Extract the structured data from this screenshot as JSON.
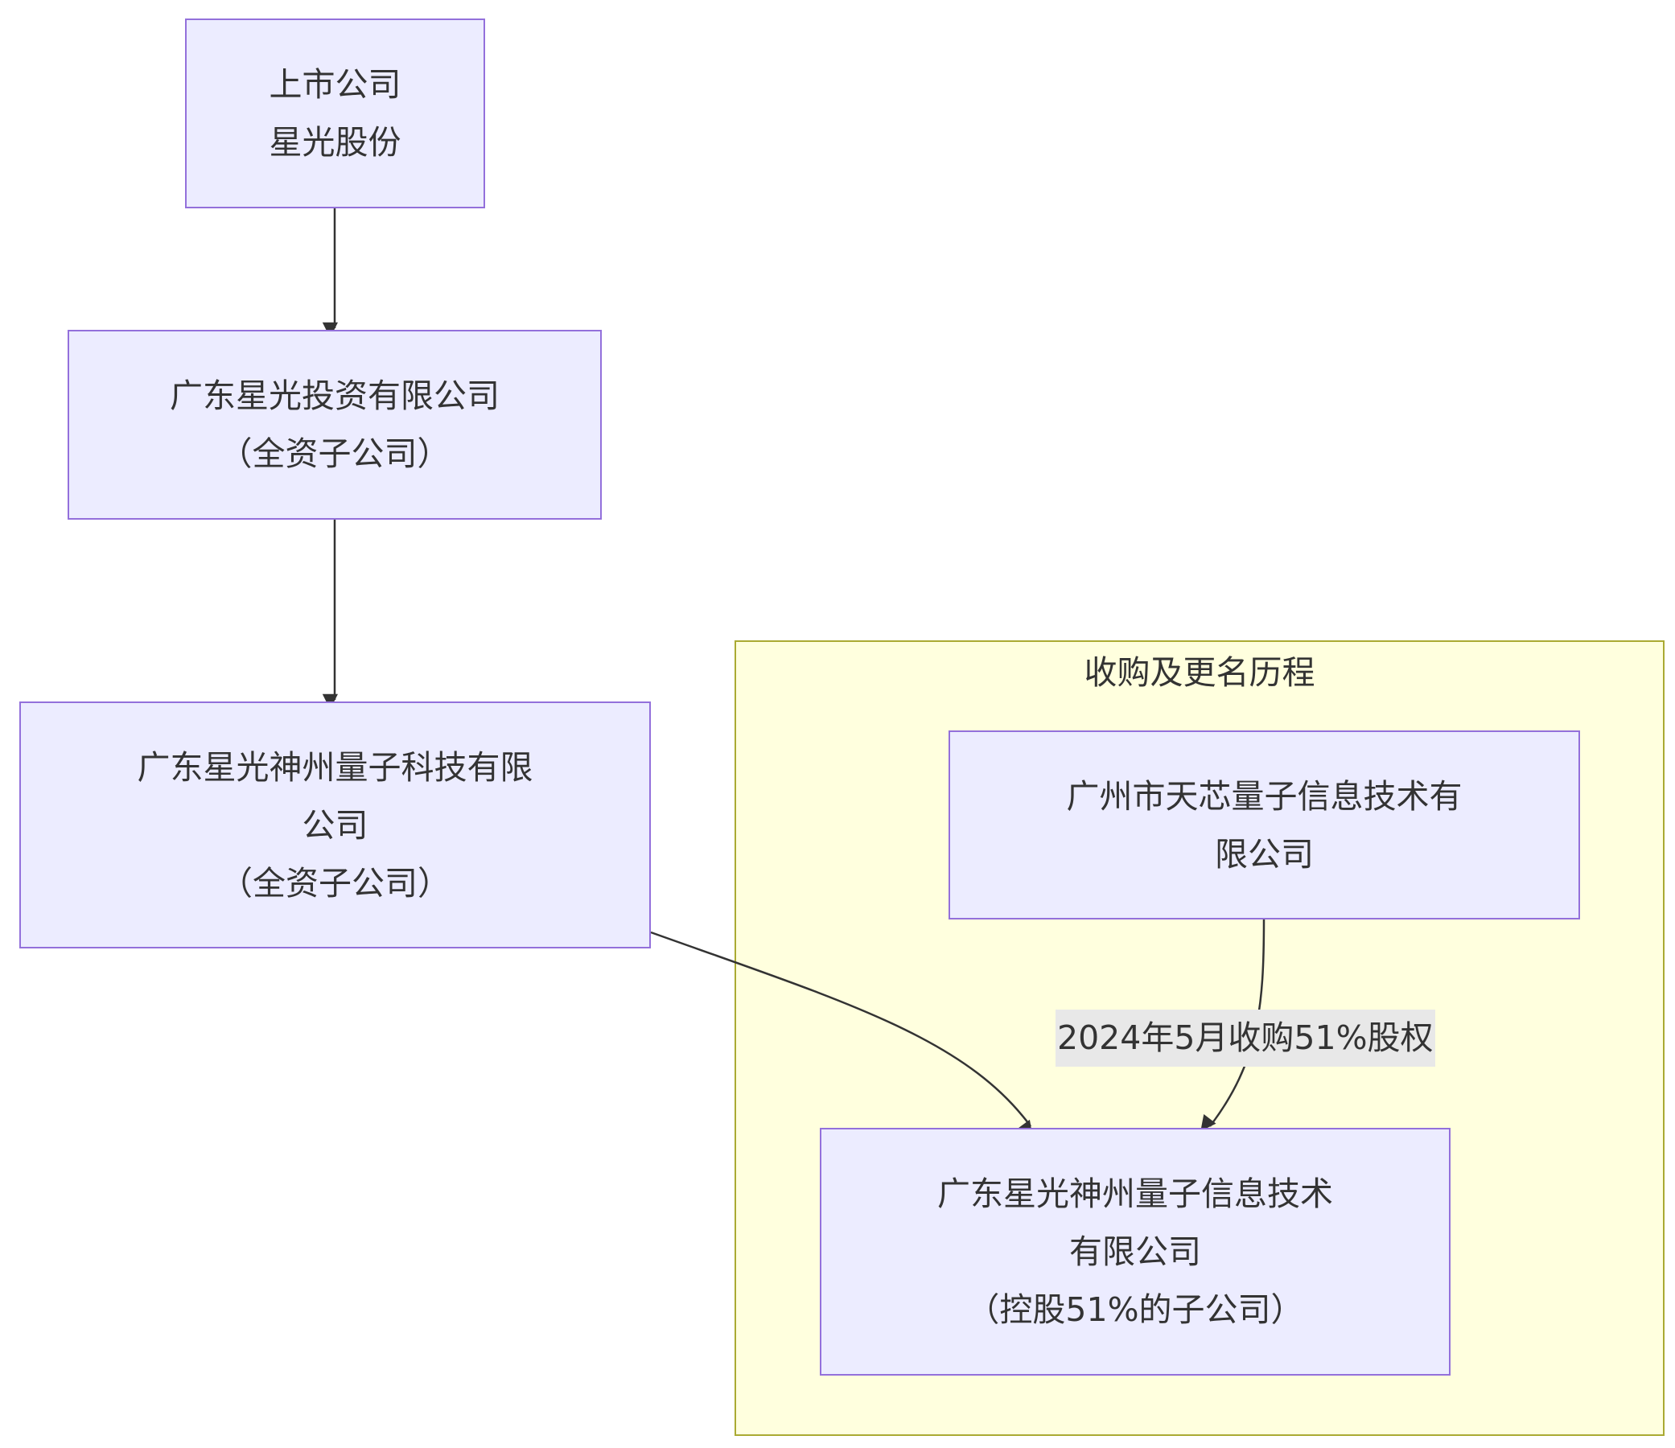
{
  "nodes": {
    "listed": {
      "line1": "上市公司",
      "line2": "星光股份"
    },
    "investment": {
      "line1": "广东星光投资有限公司",
      "line2": "（全资子公司）"
    },
    "tech": {
      "line1": "广东星光神州量子科技有限",
      "line2": "公司",
      "line3": "（全资子公司）"
    },
    "tianxin": {
      "line1": "广州市天芯量子信息技术有",
      "line2": "限公司"
    },
    "info": {
      "line1": "广东星光神州量子信息技术",
      "line2": "有限公司",
      "line3": "（控股51%的子公司）"
    }
  },
  "cluster": {
    "title": "收购及更名历程"
  },
  "edges": {
    "acquisition_label": "2024年5月收购51%股权"
  },
  "colors": {
    "node_fill": "#ECECFF",
    "node_border": "#9370DB",
    "cluster_fill": "#FFFFDE",
    "cluster_border": "#AAAA33",
    "edge": "#333333",
    "label_bg": "#E8E8E8"
  }
}
